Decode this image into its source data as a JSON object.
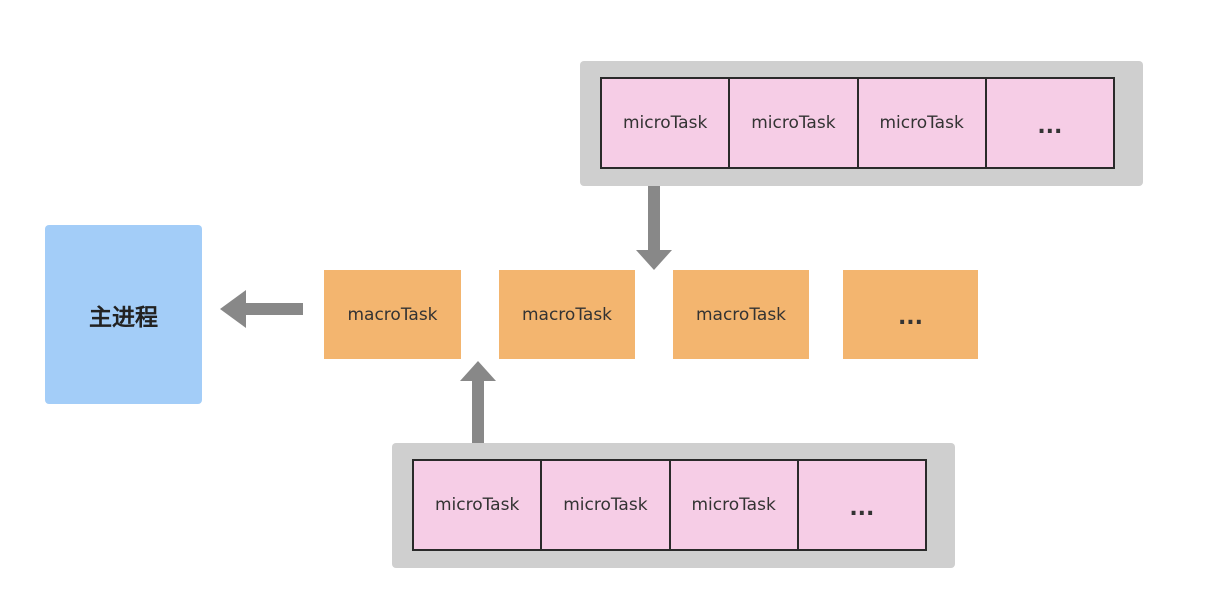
{
  "main_process": {
    "label": "主进程"
  },
  "macro_tasks": [
    "macroTask",
    "macroTask",
    "macroTask",
    "..."
  ],
  "top_micro_queue": [
    "microTask",
    "microTask",
    "microTask",
    "..."
  ],
  "bottom_micro_queue": [
    "microTask",
    "microTask",
    "microTask",
    "..."
  ],
  "colors": {
    "main_process": "#a3cdf8",
    "macro_task": "#f3b56f",
    "micro_task": "#f6cde6",
    "queue_frame": "#cfcfcf",
    "arrow": "#888888"
  }
}
